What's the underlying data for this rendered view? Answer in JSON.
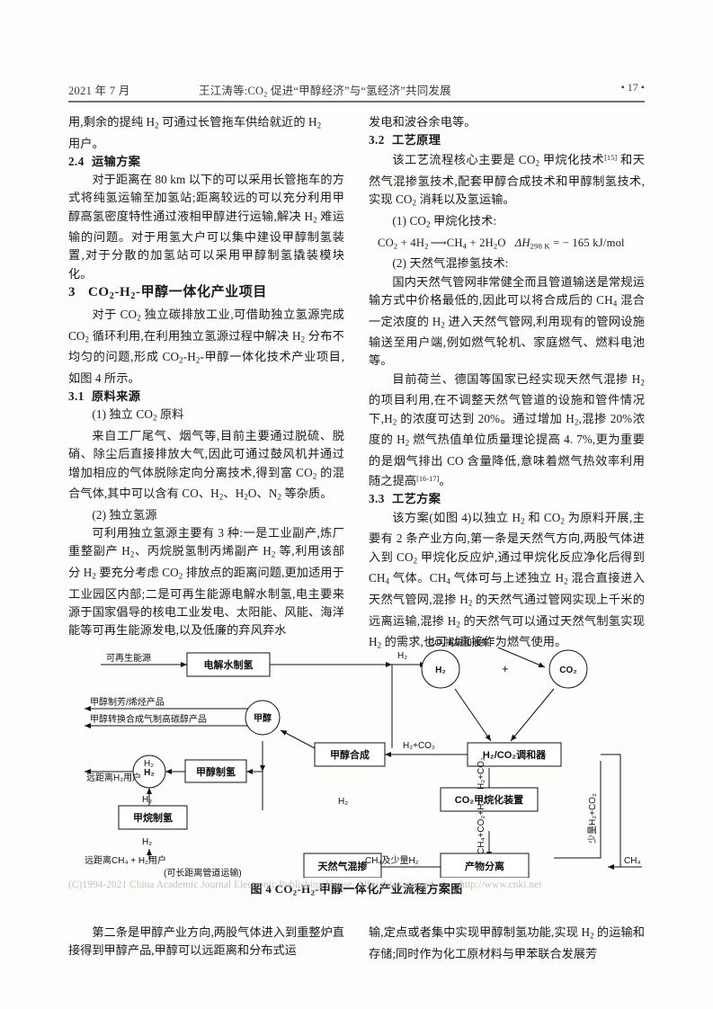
{
  "header": {
    "date": "2021 年 7 月",
    "title_prefix": "王江涛等:CO",
    "title_sub": "2",
    "title_rest": " 促进“甲醇经济”与“氢经济”共同发展",
    "page_number": "• 17 •"
  },
  "left_column": {
    "para_continuation_1": "用,剩余的提纯 H",
    "para_continuation_1b": "可通过长管拖车供给就近的 H",
    "para_continuation_1c": "用户。",
    "heading_2_4": {
      "num": "2.4",
      "text": "运输方案"
    },
    "para_2_4_a": "对于距离在 80 km 以下的可以采用长管拖车的方式将纯氢运输至加氢站;距离较远的可以充分利用甲醇高氢密度特性通过液相甲醇进行运输,解决 H",
    "para_2_4_b": "难运输的问题。对于用氢大户可以集中建设甲醇制氢装置,对于分散的加氢站可以采用甲醇制氢撬装模块化。",
    "heading_3": {
      "num": "3",
      "text_a": "CO",
      "text_b": "-H",
      "text_c": "-甲醇一体化产业项目"
    },
    "para_3_a": "对于 CO",
    "para_3_b": "独立碳排放工业,可借助独立氢源完成 CO",
    "para_3_c": "循环利用,在利用独立氢源过程中解决 H",
    "para_3_d": "分布不均匀的问题,形成 CO",
    "para_3_e": "-H",
    "para_3_f": "-甲醇一体化技术产业项目,如图 4 所示。",
    "heading_3_1": {
      "num": "3.1",
      "text": "原料来源"
    },
    "item_1_label": "(1) 独立 CO",
    "item_1_label_b": " 原料",
    "para_3_1_1a": "来自工厂尾气、烟气等,目前主要通过脱硫、脱硝、除尘后直接排放大气,因此可通过鼓风机并通过增加相应的气体脱除定向分离技术,得到富 CO",
    "para_3_1_1b": "的混合气体,其中可以含有 CO、H",
    "para_3_1_1c": "、H",
    "para_3_1_1d": "O、N",
    "para_3_1_1e": "等杂质。",
    "item_2_label": "(2) 独立氢源",
    "para_3_1_2a": "可利用独立氢源主要有 3 种:一是工业副产,炼厂重整副产 H",
    "para_3_1_2b": "、丙烷脱氢制丙烯副产 H",
    "para_3_1_2c": "等,利用该部分 H",
    "para_3_1_2d": "要充分考虑 CO",
    "para_3_1_2e": "排放点的距离问题,更加适用于工业园区内部;二是可再生能源电解水制氢,电主要来源于国家倡导的核电工业发电、太阳能、风能、海洋能等可再生能源发电,以及低廉的弃风弃水"
  },
  "right_column": {
    "para_continuation": "发电和波谷余电等。",
    "heading_3_2": {
      "num": "3.2",
      "text": "工艺原理"
    },
    "para_3_2_a": "该工艺流程核心主要是 CO",
    "para_3_2_b": " 甲烷化技术",
    "para_3_2_ref": "[15]",
    "para_3_2_c": " 和天然气混掺氢技术,配套甲醇合成技术和甲醇制氢技术,实现 CO",
    "para_3_2_d": " 消耗以及氢运输。",
    "item_1_label_a": "(1) CO",
    "item_1_label_b": " 甲烷化技术:",
    "equation": {
      "lhs_a": "CO",
      "lhs_a_sub": "2",
      "plus": " + 4H",
      "lhs_b_sub": "2",
      "arrow": "⟶",
      "rhs_a": "CH",
      "rhs_a_sub": "4",
      "rhs_plus": " + 2H",
      "rhs_b_sub": "2",
      "rhs_o": "O",
      "delta": "ΔH",
      "delta_sub": "298 K",
      "delta_val": " = − 165  kJ/mol"
    },
    "item_2_label": "(2) 天然气混掺氢技术:",
    "para_3_2_2a": "国内天然气管网非常健全而且管道输送是常规运输方式中价格最低的,因此可以将合成后的 CH",
    "para_3_2_2b": "混合一定浓度的 H",
    "para_3_2_2c": "进入天然气管网,利用现有的管网设施输送至用户端,例如燃气轮机、家庭燃气、燃料电池等。",
    "para_3_2_3a": "目前荷兰、德国等国家已经实现天然气混掺 H",
    "para_3_2_3b": "的项目利用,在不调整天然气管道的设施和管件情况下,H",
    "para_3_2_3c": "的浓度可达到 20%。通过增加 H",
    "para_3_2_3d": ",混掺 20%浓度的 H",
    "para_3_2_3e": "燃气热值单位质量理论提高 4. 7%,更为重要的是烟气排出 CO 含量降低,意味着燃气热效率利用随之提高",
    "para_3_2_3ref": "[16-17]",
    "para_3_2_3f": "。",
    "heading_3_3": {
      "num": "3.3",
      "text": "工艺方案"
    },
    "para_3_3_a": "该方案(如图 4)以独立 H",
    "para_3_3_b": " 和 CO",
    "para_3_3_c": " 为原料开展,主要有 2 条产业方向,第一条是天然气方向,两股气体进入到 CO",
    "para_3_3_d": " 甲烷化反应炉,通过甲烷化反应净化后得到 CH",
    "para_3_3_e": " 气体。CH",
    "para_3_3_f": " 气体可与上述独立 H",
    "para_3_3_g": " 混合直接进入天然气管网,混掺 H",
    "para_3_3_h": " 的天然气通过管网实现上千米的远离运输,混掺 H",
    "para_3_3_i": " 的天然气可以通过天然气制氢实现 H",
    "para_3_3_j": " 的需求,也可以直接作为燃气使用。"
  },
  "figure": {
    "caption_a": "图 4  CO",
    "caption_sub1": "2",
    "caption_b": "-H",
    "caption_sub2": "2",
    "caption_c": "-甲醇一体化产业流程方案图",
    "nodes": {
      "electrolysis": "电解水制氢",
      "methanol_synthesis": "甲醇合成",
      "methanol_to_h2": "甲醇制氢",
      "methane_to_h2": "甲烷制氢",
      "natural_gas_blending": "天然气混掺",
      "co2_methanation_unit": "CO₂甲烷化装置",
      "product_separation": "产物分离",
      "h2_co2_mixer": "H₂/CO₂调和器",
      "methanol_circle": "甲醇",
      "h2_circle_left": "H₂",
      "h2_circle_right": "H₂",
      "co2_circle": "CO₂"
    },
    "labels": {
      "renewable_energy": "可再生能源",
      "methanol_to_aromatics": "甲醇制芳/烯烃产品",
      "methanol_to_higher_alcohol": "甲醇转换合成气制高碳醇产品",
      "long_distance_h2_user": "远距离H₂用户",
      "long_distance_ch4_h2_user": "远距离CH₄ + H₂用户",
      "pipeline_note": "(可长距离管道运输)",
      "co2_capture": "CO₂捕集和收集",
      "plus_sign": "+",
      "h2_top": "H₂",
      "h2_left_a": "H₂",
      "h2_left_b": "H₂",
      "h2_left_c": "H₂",
      "h2_mid": "H₂",
      "h2_co2_to_synthesis": "H₂+CO₂",
      "h2_co2_down": "H₂+CO₂",
      "ch4_co2_h2": "CH₄+CO₂+H₂",
      "small_h2_co2": "少量H₂+CO₂",
      "ch4_and_small_h2": "CH₄及少量H₂",
      "ch4_right": "CH₄"
    }
  },
  "watermark": {
    "text": "(C)1994-2021 China Academic Journal Electronic Publishing House. All rights reserved.",
    "url": "http://www.cnki.net"
  },
  "bottom": {
    "left": "第二条是甲醇产业方向,两股气体进入到重整炉直接得到甲醇产品,甲醇可以远距离和分布式运",
    "right": "输,定点或者集中实现甲醇制氢功能,实现 H",
    "right_b": " 的运输和存储;同时作为化工原材料与甲苯联合发展芳"
  }
}
